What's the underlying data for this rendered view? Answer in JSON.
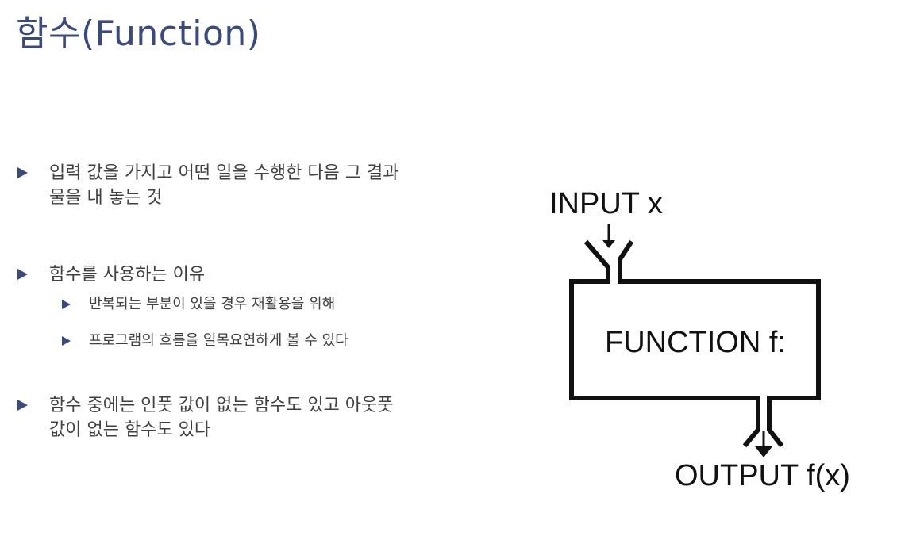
{
  "slide": {
    "title": "함수(Function)"
  },
  "bullets": [
    {
      "text": "입력 값을 가지고 어떤 일을 수행한 다음 그 결과물을 내 놓는 것"
    },
    {
      "text": "함수를 사용하는 이유",
      "sub": [
        {
          "text": "반복되는 부분이 있을 경우 재활용을 위해"
        },
        {
          "text": "프로그램의 흐름을 일목요연하게 볼 수 있다"
        }
      ]
    },
    {
      "text": "함수 중에는 인풋 값이 없는 함수도 있고 아웃풋 값이 없는 함수도 있다"
    }
  ],
  "diagram": {
    "input_label": "INPUT x",
    "function_label": "FUNCTION f:",
    "output_label": "OUTPUT f(x)"
  },
  "colors": {
    "title": "#3b4a7e",
    "bullet_marker": "#3b4a7e",
    "body_text": "#404040",
    "diagram_stroke": "#111111"
  }
}
